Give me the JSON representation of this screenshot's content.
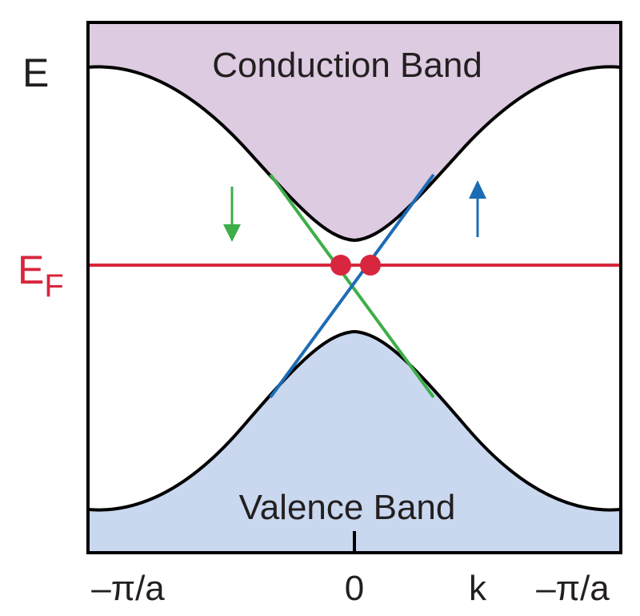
{
  "labels": {
    "conduction_band": "Conduction Band",
    "valence_band": "Valence Band",
    "energy_axis": "E",
    "fermi_main": "E",
    "fermi_sub": "F",
    "x_left": "–π/a",
    "x_center": "0",
    "x_k": "k",
    "x_right": "–π/a"
  },
  "colors": {
    "conduction_fill": "#dccbe1",
    "valence_fill": "#c9d7ef",
    "band_edge": "#000000",
    "fermi_level": "#d7263d",
    "spin_down_state": "#3fae49",
    "spin_up_state": "#1c6cb4",
    "frame": "#000000"
  },
  "icons": {
    "spin_down_arrow": "arrow-down-icon",
    "spin_up_arrow": "arrow-up-icon"
  }
}
